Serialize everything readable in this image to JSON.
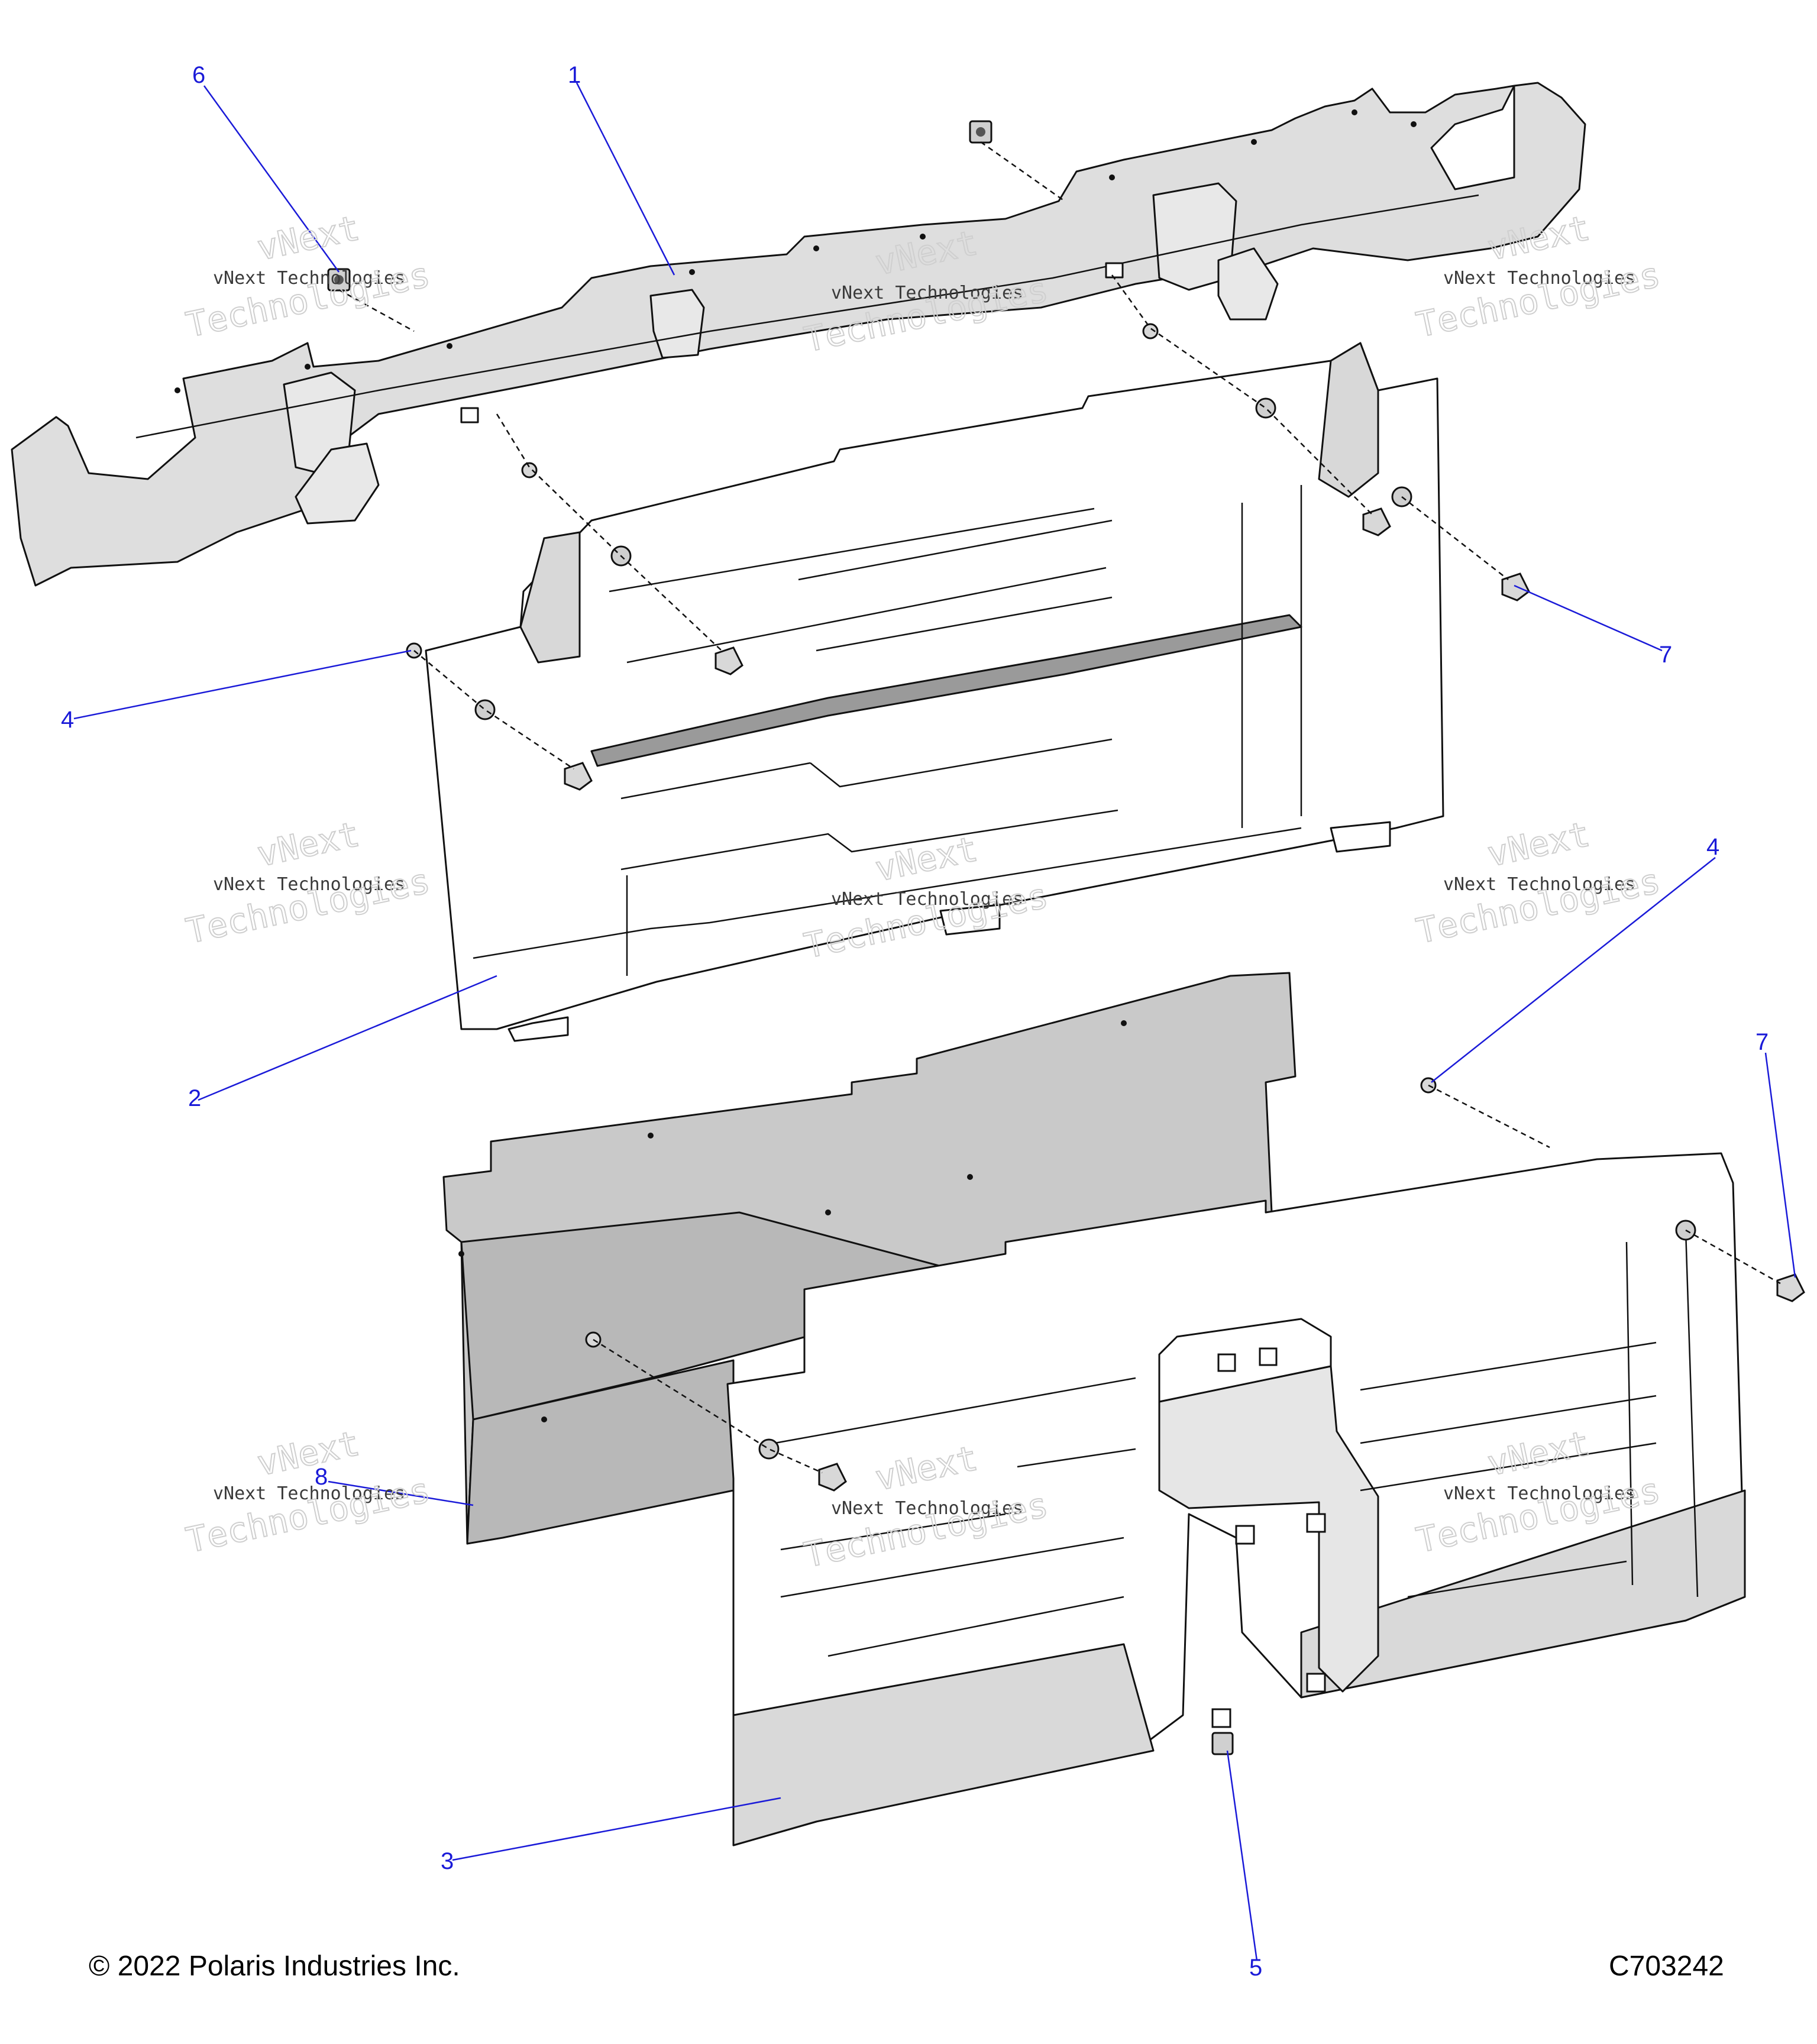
{
  "diagram": {
    "colors": {
      "callout": "#1a1ad8",
      "part_fill": "#dedede",
      "panel_fill": "#ffffff",
      "insulation_fill": "#c9c9c9",
      "line": "#111111"
    },
    "callouts": [
      {
        "id": "c1",
        "label": "1"
      },
      {
        "id": "c2",
        "label": "2"
      },
      {
        "id": "c3",
        "label": "3"
      },
      {
        "id": "c4a",
        "label": "4"
      },
      {
        "id": "c4b",
        "label": "4"
      },
      {
        "id": "c5",
        "label": "5"
      },
      {
        "id": "c6",
        "label": "6"
      },
      {
        "id": "c7a",
        "label": "7"
      },
      {
        "id": "c7b",
        "label": "7"
      },
      {
        "id": "c8",
        "label": "8"
      }
    ],
    "watermark": {
      "line1": "vNext",
      "line2": "vNext Technologies",
      "line3": "Technologies"
    },
    "footer": {
      "copyright": "© 2022 Polaris Industries Inc.",
      "diagram_code": "C703242"
    }
  }
}
